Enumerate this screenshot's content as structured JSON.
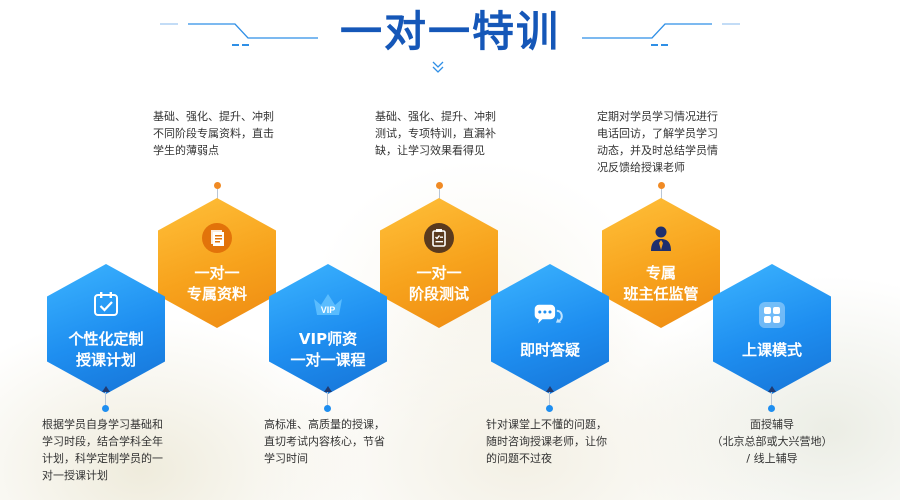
{
  "title": "一对一特训",
  "colors": {
    "title": "#1557b8",
    "orange": "#f7a21c",
    "blue": "#1e8ef0"
  },
  "items": [
    {
      "color": "blue",
      "icon": "calendar-check-icon",
      "label": [
        "个性化定制",
        "授课计划"
      ],
      "desc": [
        "根据学员自身学习基础和",
        "学习时段，结合学科全年",
        "计划，科学定制学员的一",
        "对一授课计划"
      ]
    },
    {
      "color": "orange",
      "icon": "document-stack-icon",
      "label": [
        "一对一",
        "专属资料"
      ],
      "desc": [
        "基础、强化、提升、冲刺",
        "不同阶段专属资料，直击",
        "学生的薄弱点"
      ]
    },
    {
      "color": "blue",
      "icon": "vip-crown-icon",
      "label": [
        "VIP师资",
        "一对一课程"
      ],
      "desc": [
        "高标准、高质量的授课，",
        "直切考试内容核心，节省",
        "学习时间"
      ]
    },
    {
      "color": "orange",
      "icon": "clipboard-test-icon",
      "label": [
        "一对一",
        "阶段测试"
      ],
      "desc": [
        "基础、强化、提升、冲刺",
        "测试，专项特训，直漏补",
        "缺，让学习效果看得见"
      ]
    },
    {
      "color": "blue",
      "icon": "chat-bubble-icon",
      "label": [
        "即时答疑"
      ],
      "desc": [
        "针对课堂上不懂的问题，",
        "随时咨询授课老师，让你",
        "的问题不过夜"
      ]
    },
    {
      "color": "orange",
      "icon": "teacher-person-icon",
      "label": [
        "专属",
        "班主任监管"
      ],
      "desc": [
        "定期对学员学习情况进行",
        "电话回访，了解学员学习",
        "动态，并及时总结学员情",
        "况反馈给授课老师"
      ]
    },
    {
      "color": "blue",
      "icon": "grid-apps-icon",
      "label": [
        "上课模式"
      ],
      "desc": [
        "面授辅导",
        "（北京总部或大兴营地）",
        "/  线上辅导"
      ]
    }
  ]
}
